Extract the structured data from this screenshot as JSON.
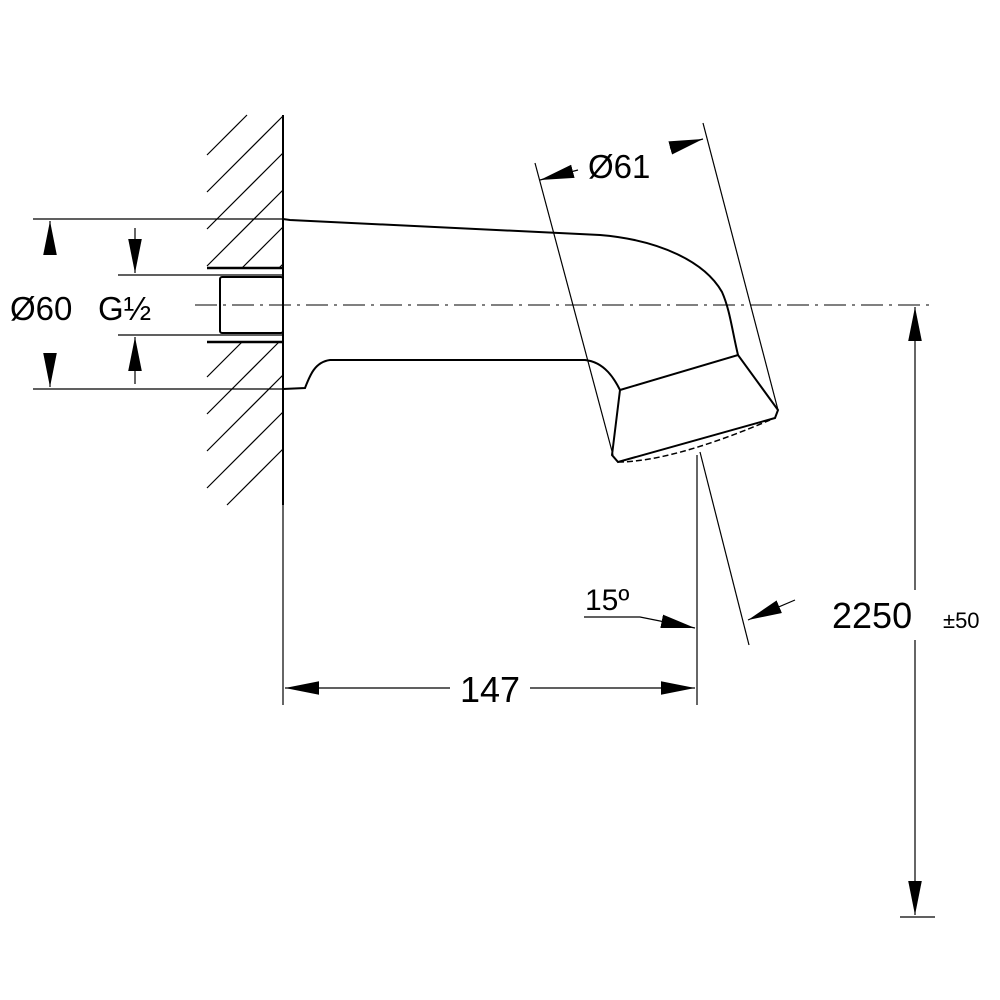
{
  "drawing": {
    "title": "Wall-mounted bath spout dimension drawing",
    "dimensions": {
      "outer_diameter": "Ø60",
      "thread": "G½",
      "head_diameter": "Ø61",
      "angle": "15º",
      "projection": "147",
      "height": "2250",
      "height_tolerance": "±50"
    }
  }
}
